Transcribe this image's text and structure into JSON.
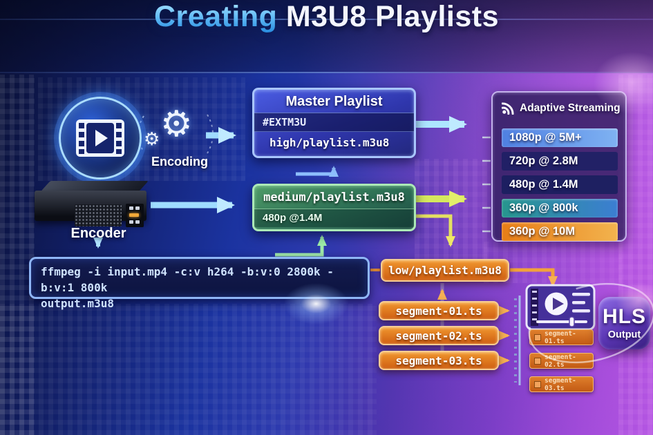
{
  "title": {
    "highlight": "Creating",
    "rest": " M3U8 Playlists"
  },
  "flow": {
    "encoding_label": "Encoding",
    "encoder_label": "Encoder"
  },
  "master_playlist": {
    "heading": "Master Playlist",
    "line1": "#EXTM3U",
    "line2": "high/playlist.m3u8"
  },
  "medium_playlist": {
    "name": "medium/playlist.m3u8",
    "bitrate": "480p @1.4M"
  },
  "ffmpeg_command": {
    "line1": "ffmpeg -i input.mp4 -c:v h264 -b:v:0 2800k -b:v:1 800k",
    "line2": "output.m3u8"
  },
  "adaptive_streaming": {
    "heading": "Adaptive Streaming",
    "rows": [
      {
        "label": "1080p @ 5M+"
      },
      {
        "label": "720p @ 2.8M"
      },
      {
        "label": "480p @ 1.4M"
      },
      {
        "label": "360p @ 800k"
      },
      {
        "label": "360p @ 10M"
      }
    ]
  },
  "low_playlist": {
    "name": "low/playlist.m3u8"
  },
  "segments": [
    {
      "name": "segment-01.ts"
    },
    {
      "name": "segment-02.ts"
    },
    {
      "name": "segment-03.ts"
    }
  ],
  "hls_output": {
    "title": "HLS",
    "subtitle": "Output",
    "files": [
      {
        "name": "segment-01.ts"
      },
      {
        "name": "segment-02.ts"
      },
      {
        "name": "segment-03.ts"
      }
    ]
  },
  "colors": {
    "accent_cyan": "#7fd4ff",
    "playlist_blue": "#3b4fd8",
    "playlist_green": "#3d8a5a",
    "segment_orange": "#e07818",
    "adaptive_row_blue": "#5a8ae8",
    "adaptive_row_teal": "#27968e",
    "background_purple": "#6e3ac2"
  }
}
